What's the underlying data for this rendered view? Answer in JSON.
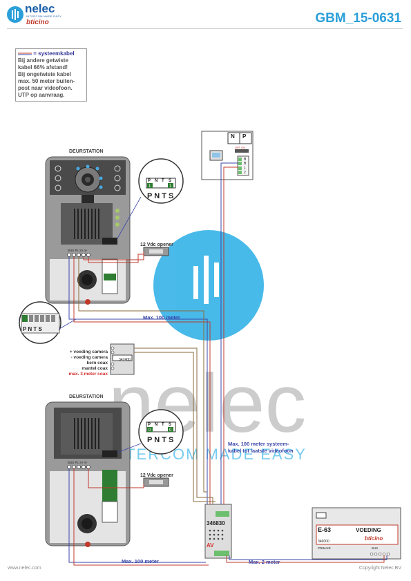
{
  "header": {
    "brand": "nelec",
    "brand_tagline": "INTERCOM MADE EASY",
    "partner_brand": "bticino",
    "document_code": "GBM_15-0631"
  },
  "note": {
    "title": "= systeemkabel",
    "lines": [
      "Bij andere getwiste",
      "kabel 66% afstand!",
      "Bij ongetwiste kabel",
      "max. 50 meter buiten-",
      "post naar videofoon.",
      "UTP op aanvraag."
    ]
  },
  "stations": {
    "top_label": "DEURSTATION",
    "bottom_label": "DEURSTATION",
    "terminal_labels": "BUS PL S+ S-",
    "opener_label": "12 Vdc opener"
  },
  "jumpers": {
    "top": {
      "headers": [
        "P",
        "N",
        "T",
        "S"
      ],
      "values": [
        "1",
        "",
        "",
        "1"
      ],
      "footer": "P N T S"
    },
    "bottom": {
      "headers": [
        "P",
        "N",
        "T",
        "S"
      ],
      "values": [
        "0",
        "",
        "",
        "0"
      ],
      "footer": "P N T S"
    },
    "strip_letters": "P N T S"
  },
  "camera_module": {
    "code": "347400",
    "labels": [
      "+ voeding camera",
      "- voeding camera",
      "kern coax",
      "mantel coax"
    ],
    "warning": "max. 3 meter coax"
  },
  "distances": {
    "top_run": "Max. 100 meter",
    "bottom_run": "Max. 100 meter",
    "system_cable": [
      "Max. 100 meter systeem-",
      "kabel tot laatste videofoon"
    ],
    "supply_run": "Max. 2 meter"
  },
  "av_module": {
    "code": "346830",
    "label": "AV"
  },
  "power_supply": {
    "model": "E-63",
    "title": "VOEDING",
    "brand": "bticino",
    "code": "346000",
    "primary_label": "PRIMAIR",
    "bus_label": "BUS"
  },
  "socket": {
    "labels": [
      "N",
      "P"
    ],
    "switch": "OFF ON",
    "terminals": [
      "B",
      "B",
      "1",
      "2"
    ]
  },
  "watermark": {
    "text": "nelec",
    "tagline": "INTERCOM MADE EASY"
  },
  "footer": {
    "website": "www.nelec.com",
    "copyright": "Copyright Nelec BV"
  },
  "colors": {
    "system_cable_red": "#c0392b",
    "system_cable_blue": "#3a46a8",
    "watermark_blue": "#29aee6",
    "heading_blue": "#2b9fd9"
  }
}
